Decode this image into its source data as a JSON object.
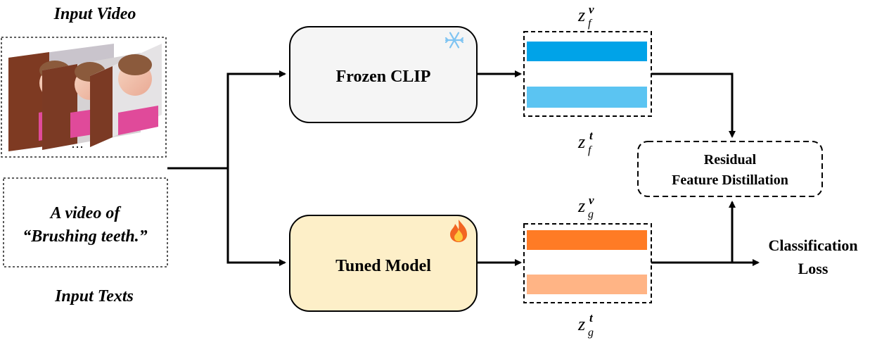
{
  "input_video": {
    "title": "Input Video",
    "ellipsis": "…"
  },
  "input_texts": {
    "title": "Input Texts",
    "line1": "A video of",
    "line2": "“Brushing teeth.”"
  },
  "frozen_clip": {
    "label": "Frozen CLIP",
    "icon": "snowflake-icon",
    "fill": "#f5f5f5",
    "icon_color": "#7fc4f2"
  },
  "tuned_model": {
    "label": "Tuned Model",
    "icon": "fire-icon",
    "fill": "#fdefc8",
    "icon_color": "#f26522"
  },
  "frozen_features": {
    "visual_label_base": "z",
    "visual_label_sub": "f",
    "visual_label_sup": "v",
    "text_label_base": "z",
    "text_label_sub": "f",
    "text_label_sup": "t",
    "visual_color": "#00a3e8",
    "text_color": "#5bc4f2"
  },
  "tuned_features": {
    "visual_label_base": "z",
    "visual_label_sub": "g",
    "visual_label_sup": "v",
    "text_label_base": "z",
    "text_label_sub": "g",
    "text_label_sup": "t",
    "visual_color": "#ff7b25",
    "text_color": "#ffb485"
  },
  "distillation": {
    "line1": "Residual",
    "line2": "Feature Distillation"
  },
  "classification": {
    "line1": "Classification",
    "line2": "Loss"
  }
}
